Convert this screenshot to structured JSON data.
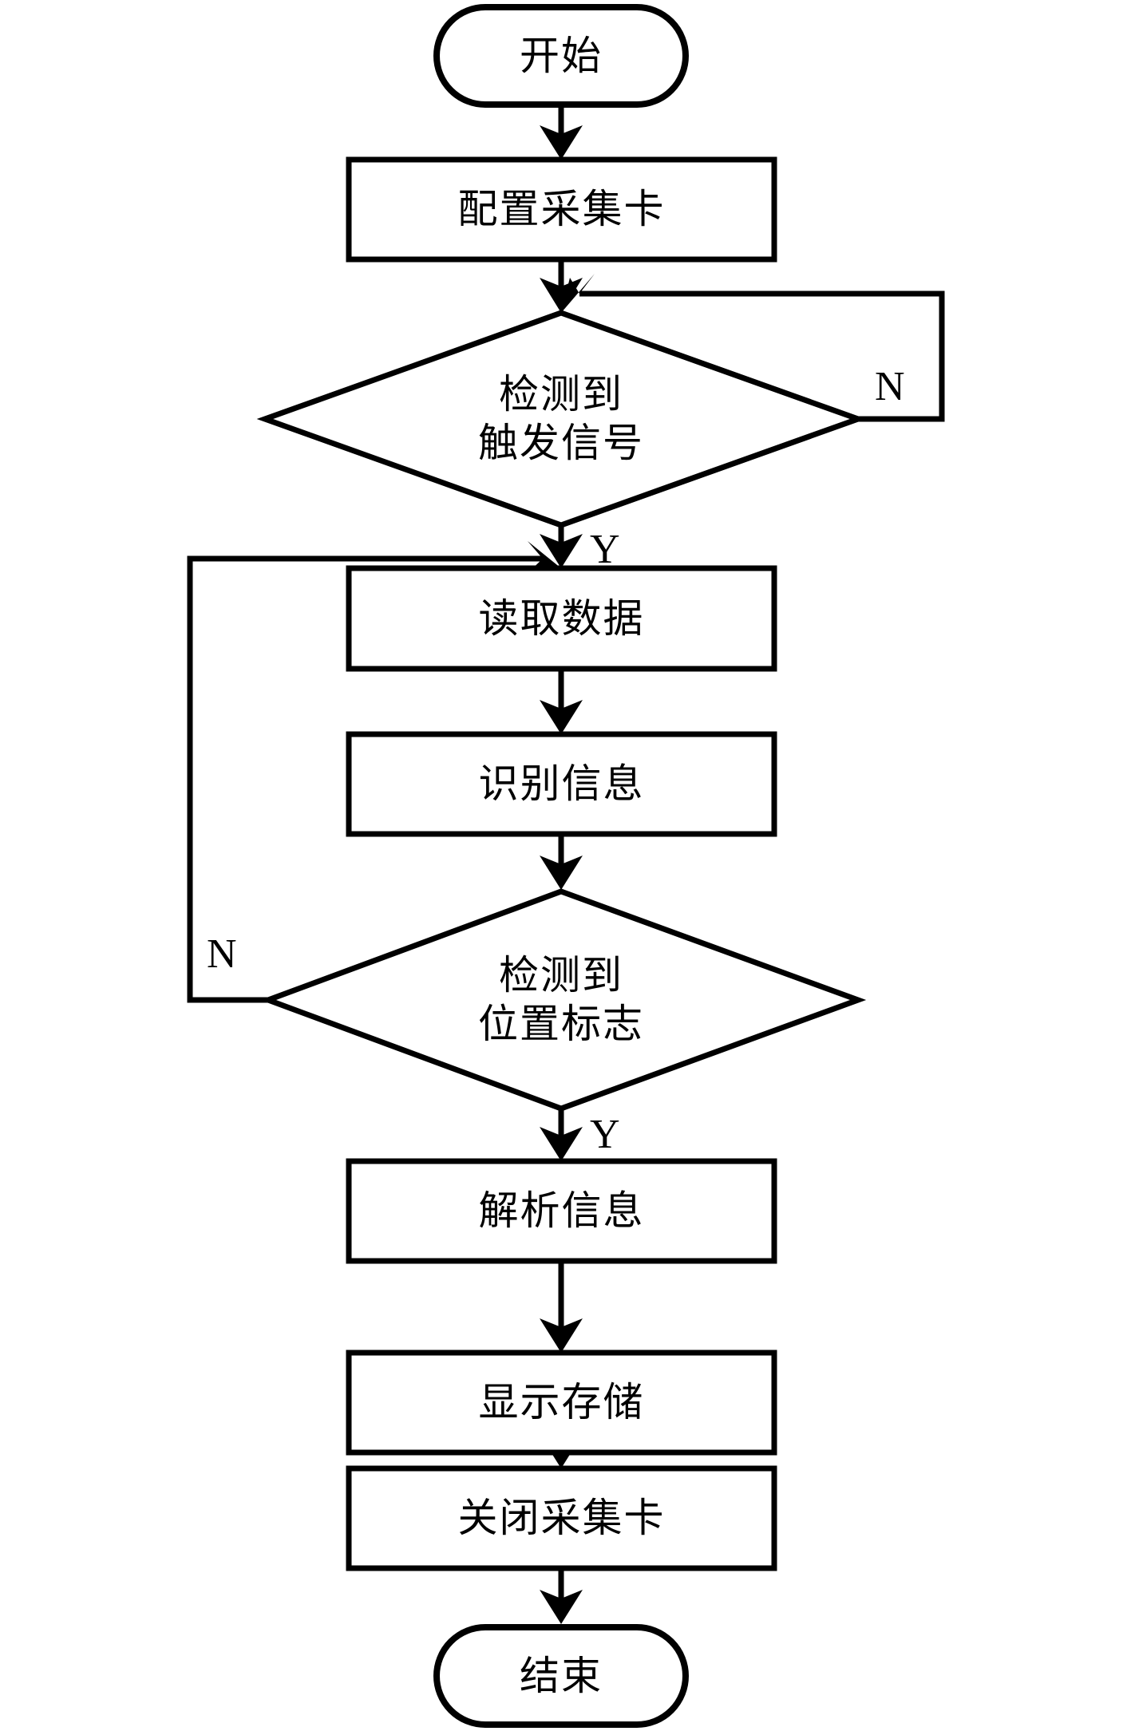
{
  "diagram": {
    "type": "flowchart",
    "orientation": "top-to-bottom",
    "language": "zh-CN",
    "colors": {
      "background": "#ffffff",
      "stroke": "#000000",
      "fill": "#ffffff",
      "text": "#000000"
    },
    "nodes": [
      {
        "id": "start",
        "shape": "terminal",
        "label": "开始"
      },
      {
        "id": "config",
        "shape": "process",
        "label": "配置采集卡"
      },
      {
        "id": "detect_trig",
        "shape": "decision",
        "label": "检测到\n触发信号"
      },
      {
        "id": "read_data",
        "shape": "process",
        "label": "读取数据"
      },
      {
        "id": "identify",
        "shape": "process",
        "label": "识别信息"
      },
      {
        "id": "detect_pos",
        "shape": "decision",
        "label": "检测到\n位置标志"
      },
      {
        "id": "parse",
        "shape": "process",
        "label": "解析信息"
      },
      {
        "id": "display",
        "shape": "process",
        "label": "显示存储"
      },
      {
        "id": "close",
        "shape": "process",
        "label": "关闭采集卡"
      },
      {
        "id": "end",
        "shape": "terminal",
        "label": "结束"
      }
    ],
    "branch_labels": {
      "trigger_no": "N",
      "trigger_yes": "Y",
      "position_no": "N",
      "position_yes": "Y"
    },
    "edges": [
      {
        "from": "start",
        "to": "config",
        "label": ""
      },
      {
        "from": "config",
        "to": "detect_trig",
        "label": ""
      },
      {
        "from": "detect_trig",
        "to": "detect_trig",
        "label": "N",
        "route": "right-loop-back-to-top"
      },
      {
        "from": "detect_trig",
        "to": "read_data",
        "label": "Y"
      },
      {
        "from": "read_data",
        "to": "identify",
        "label": ""
      },
      {
        "from": "identify",
        "to": "detect_pos",
        "label": ""
      },
      {
        "from": "detect_pos",
        "to": "read_data",
        "label": "N",
        "route": "left-loop-back-up"
      },
      {
        "from": "detect_pos",
        "to": "parse",
        "label": "Y"
      },
      {
        "from": "parse",
        "to": "display",
        "label": ""
      },
      {
        "from": "display",
        "to": "close",
        "label": ""
      },
      {
        "from": "close",
        "to": "end",
        "label": ""
      }
    ]
  }
}
